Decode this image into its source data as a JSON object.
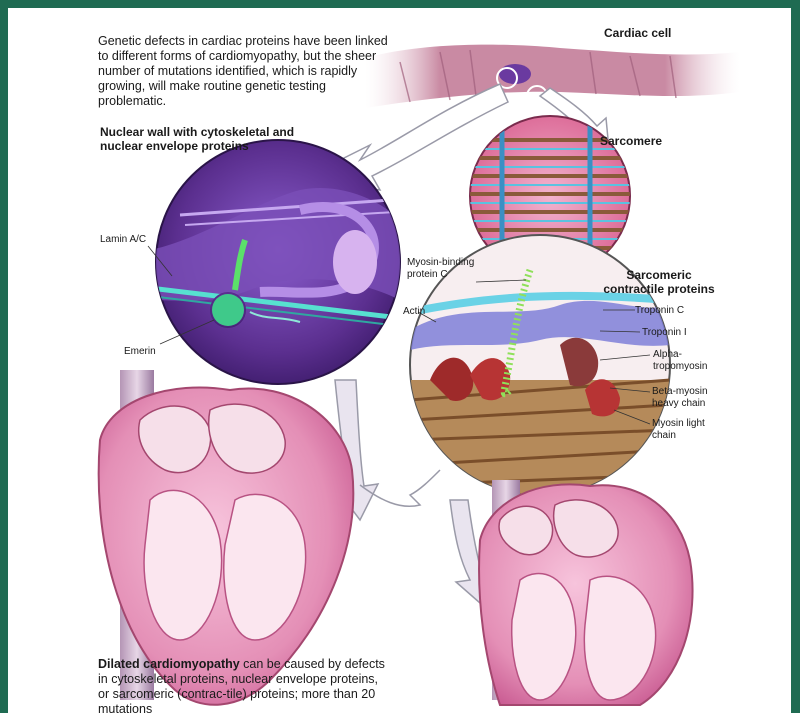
{
  "intro_text": "Genetic defects in cardiac proteins have been linked to different forms of cardiomyopathy, but the sheer number of mutations identified, which is rapidly growing, will make routine genetic testing problematic.",
  "labels": {
    "cardiac_cell": "Cardiac cell",
    "sarcomere": "Sarcomere",
    "nuclear_wall_title": "Nuclear wall with cytoskeletal and nuclear envelope proteins",
    "lamin": "Lamin A/C",
    "emerin": "Emerin",
    "myosin_binding": "Myosin-binding protein C",
    "sarcomeric_title": "Sarcomeric contractile proteins",
    "actin": "Actin",
    "troponin_c": "Troponin C",
    "troponin_i": "Troponin I",
    "alpha_tropomyosin": "Alpha-tropomyosin",
    "beta_myosin": "Beta-myosin heavy chain",
    "myosin_light": "Myosin light chain"
  },
  "caption": {
    "bold": "Dilated cardiomyopathy",
    "rest": " can be caused by defects in cytoskeletal proteins, nuclear envelope proteins, or sarcomeric (contrac-tile) proteins; more than 20 mutations"
  },
  "colors": {
    "frame": "#1f6b52",
    "nucleus_purple": "#5b2f8f",
    "heart_pink": "#e48fb6",
    "sarcomere_pink": "#d9608f",
    "emerin_green": "#3fc98a"
  }
}
